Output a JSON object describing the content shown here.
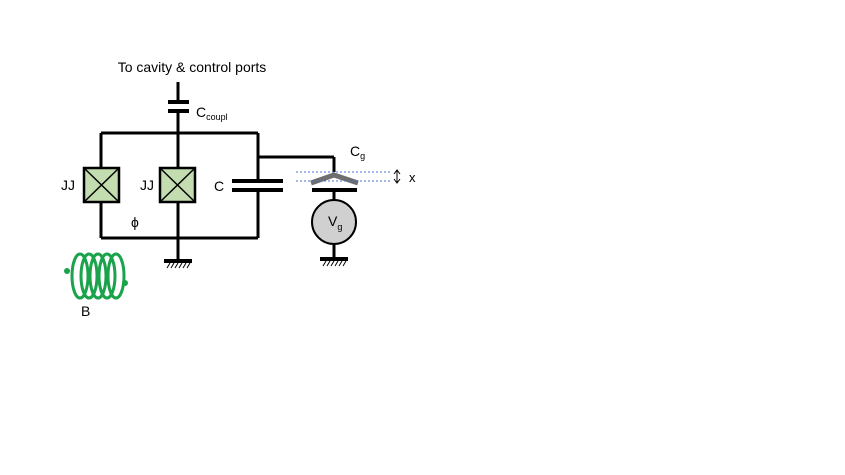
{
  "labels": {
    "top": "To cavity & control ports",
    "ccoupl_main": "C",
    "ccoupl_sub": "coupl",
    "jj_left": "JJ",
    "jj_right": "JJ",
    "c": "C",
    "cg_main": "C",
    "cg_sub": "g",
    "x": "x",
    "vg_main": "V",
    "vg_sub": "g",
    "phi": "ϕ",
    "b": "B"
  },
  "colors": {
    "junction_fill": "#c4ddb0",
    "coil": "#1aa34a",
    "source_fill": "#d0d0d0",
    "dashed": "#4f6fd0",
    "movable_plate": "#6e6e6e"
  },
  "icons": {
    "junction": "josephson-junction-icon",
    "capacitor": "capacitor-icon",
    "ground": "ground-icon",
    "source": "voltage-source-icon",
    "coil": "coil-icon"
  }
}
